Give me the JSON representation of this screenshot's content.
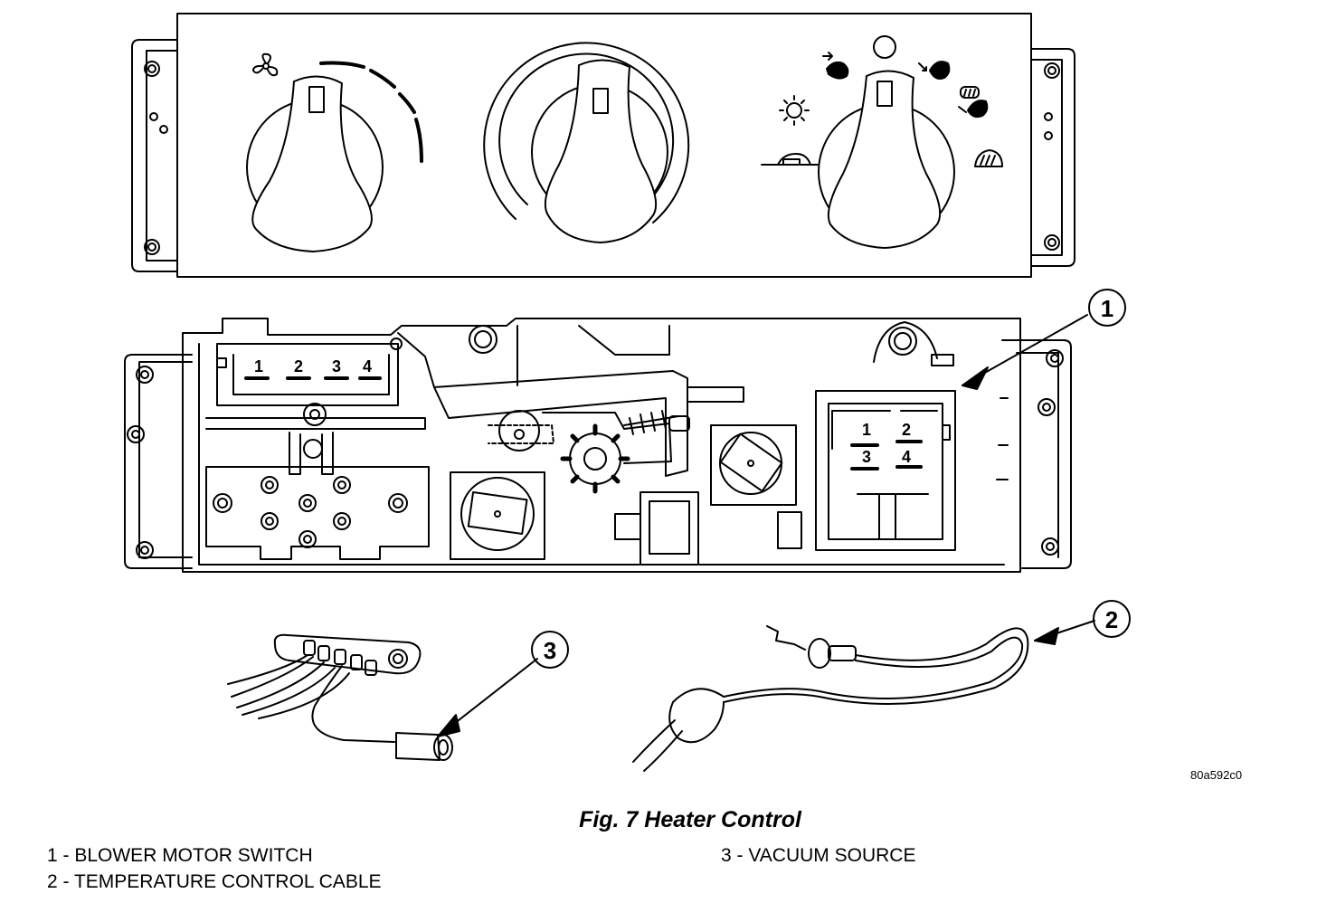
{
  "figure": {
    "title": "Fig. 7 Heater Control",
    "code": "80a592c0"
  },
  "callouts": [
    "1",
    "2",
    "3"
  ],
  "switch_pins": [
    "1",
    "2",
    "3",
    "4"
  ],
  "legend": [
    {
      "number": "1",
      "text": "1 - BLOWER MOTOR SWITCH"
    },
    {
      "number": "2",
      "text": "2 - TEMPERATURE CONTROL CABLE"
    },
    {
      "number": "3",
      "text": "3 - VACUUM SOURCE"
    }
  ]
}
